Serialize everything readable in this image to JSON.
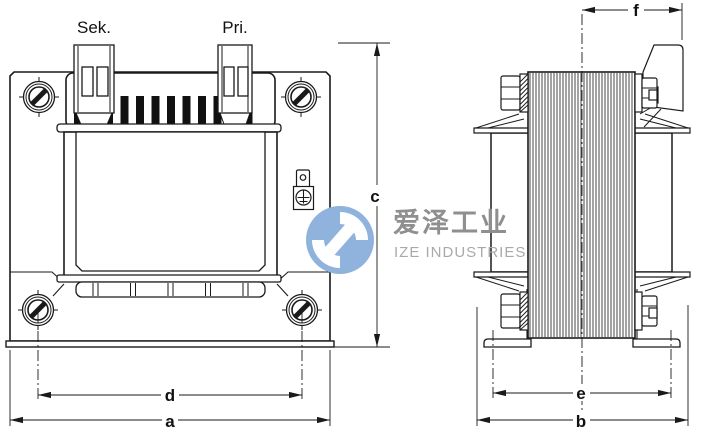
{
  "terminals": {
    "secondary_label": "Sek.",
    "primary_label": "Pri."
  },
  "dimensions": {
    "a": "a",
    "b": "b",
    "c": "c",
    "d": "d",
    "e": "e",
    "f": "f"
  },
  "watermark": {
    "chinese": "爱泽工业",
    "english": "IZE INDUSTRIES",
    "logo_color": "#8fb3dc",
    "logo_mark_color": "#ffffff",
    "chinese_color": "#8f8f8f",
    "english_color": "#a9a9a9"
  },
  "colors": {
    "line": "#1a1a1a",
    "background": "#ffffff"
  }
}
